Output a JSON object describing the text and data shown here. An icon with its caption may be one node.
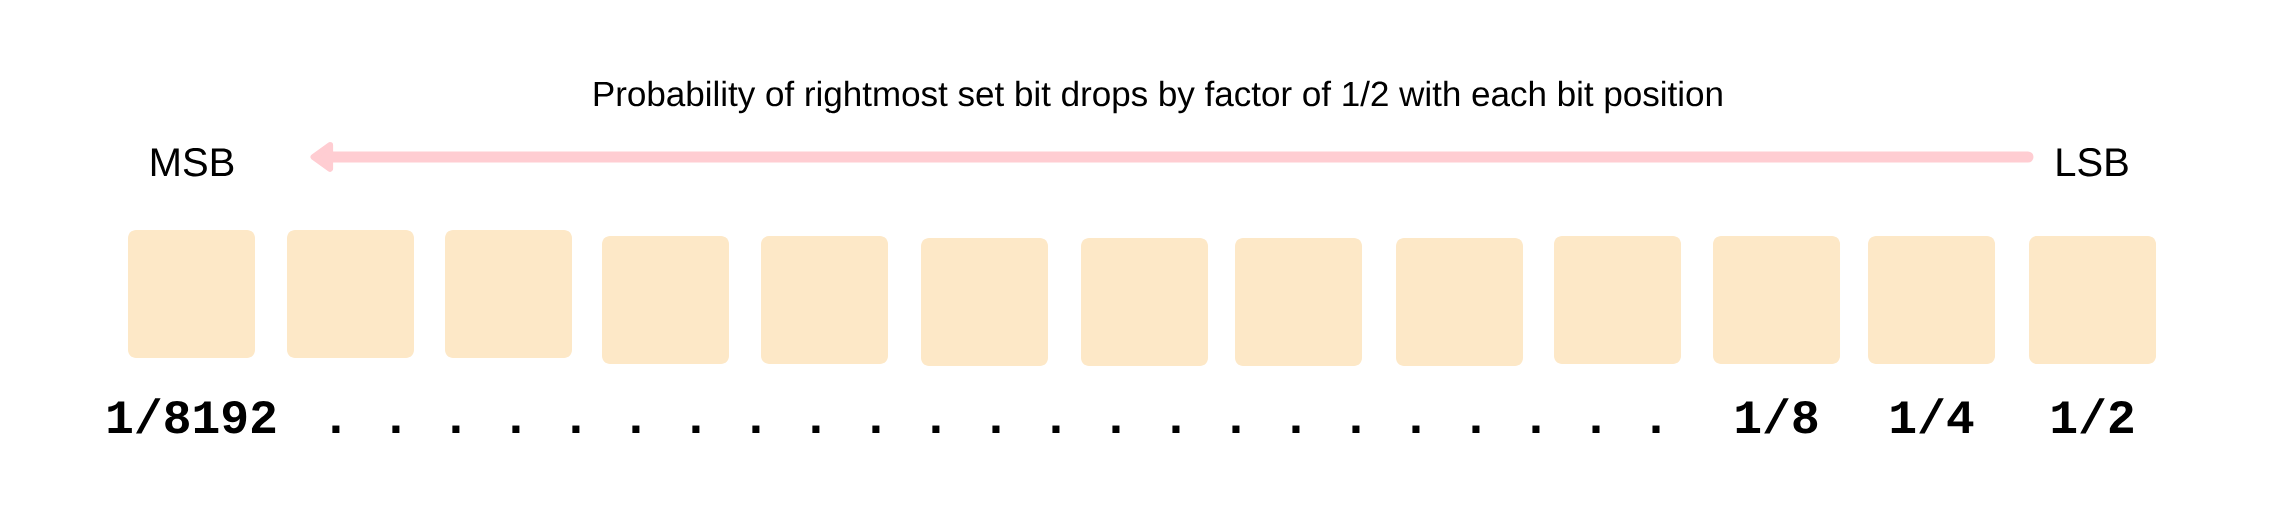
{
  "diagram": {
    "title": "Probability of rightmost set bit drops by factor of 1/2 with each bit position",
    "nodes": [
      {
        "text": [
          "MSB"
        ]
      },
      {
        "text": [
          "LSB"
        ]
      },
      {
        "text": [],
        "shape": "box",
        "beside": [
          "1/8192"
        ]
      },
      {
        "text": [],
        "shape": "box"
      },
      {
        "text": [],
        "shape": "box"
      },
      {
        "text": [],
        "shape": "box"
      },
      {
        "text": [],
        "shape": "box"
      },
      {
        "text": [],
        "shape": "box"
      },
      {
        "text": [],
        "shape": "box"
      },
      {
        "text": [],
        "shape": "box"
      },
      {
        "text": [],
        "shape": "box"
      },
      {
        "text": [],
        "shape": "box"
      },
      {
        "text": [],
        "shape": "box",
        "beside": [
          "1/8"
        ]
      },
      {
        "text": [],
        "shape": "box",
        "beside": [
          "1/4"
        ]
      },
      {
        "text": [],
        "shape": "box",
        "beside": [
          "1/2"
        ]
      }
    ],
    "edges": [
      {
        "from": 1,
        "to": 0,
        "arrow": "to"
      }
    ],
    "labels": [
      ". . . . . . . . . . . . . . . . . . . . . . ."
    ]
  }
}
